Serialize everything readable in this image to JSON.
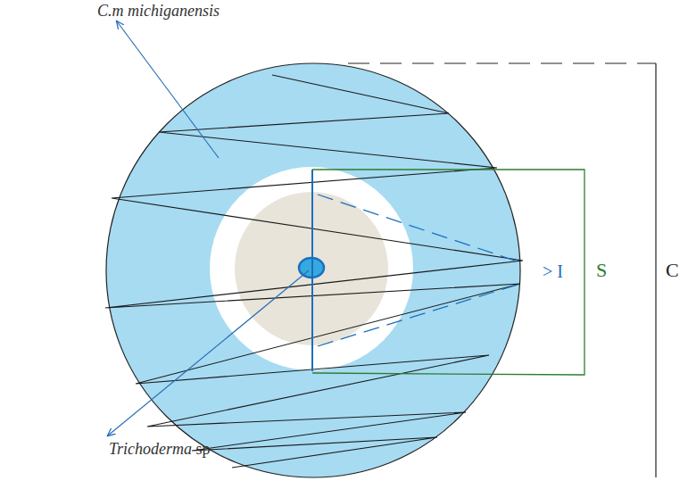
{
  "diagram": {
    "labels": [
      "C.m michiganensis",
      "Trichoderma sp",
      "> I",
      "S",
      "C"
    ]
  }
}
